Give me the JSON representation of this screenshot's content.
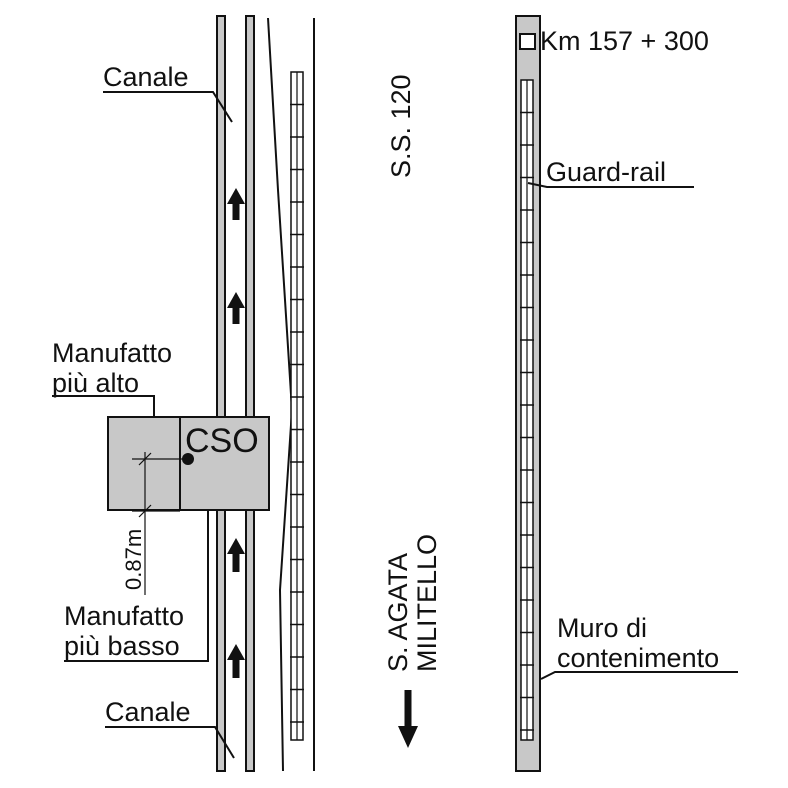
{
  "labels": {
    "canale_top": "Canale",
    "canale_bottom": "Canale",
    "manufatto_alto_line1": "Manufatto",
    "manufatto_alto_line2": "più alto",
    "manufatto_basso_line1": "Manufatto",
    "manufatto_basso_line2": "più basso",
    "cso": "CSO",
    "dimension": "0.87m",
    "road": "S.S. 120",
    "direction_line1": "S. AGATA",
    "direction_line2": "MILITELLO",
    "km_marker": "Km 157 + 300",
    "guard_rail": "Guard-rail",
    "muro_line1": "Muro di",
    "muro_line2": "contenimento"
  },
  "icons": {
    "flow_arrow": "arrow-up-icon",
    "direction_arrow": "arrow-down-icon",
    "km_marker": "square-icon",
    "cso_point": "dot-icon"
  },
  "colors": {
    "structure_fill": "#c8c8c8",
    "wall_fill": "#c8c8c8",
    "ink": "#111111"
  }
}
